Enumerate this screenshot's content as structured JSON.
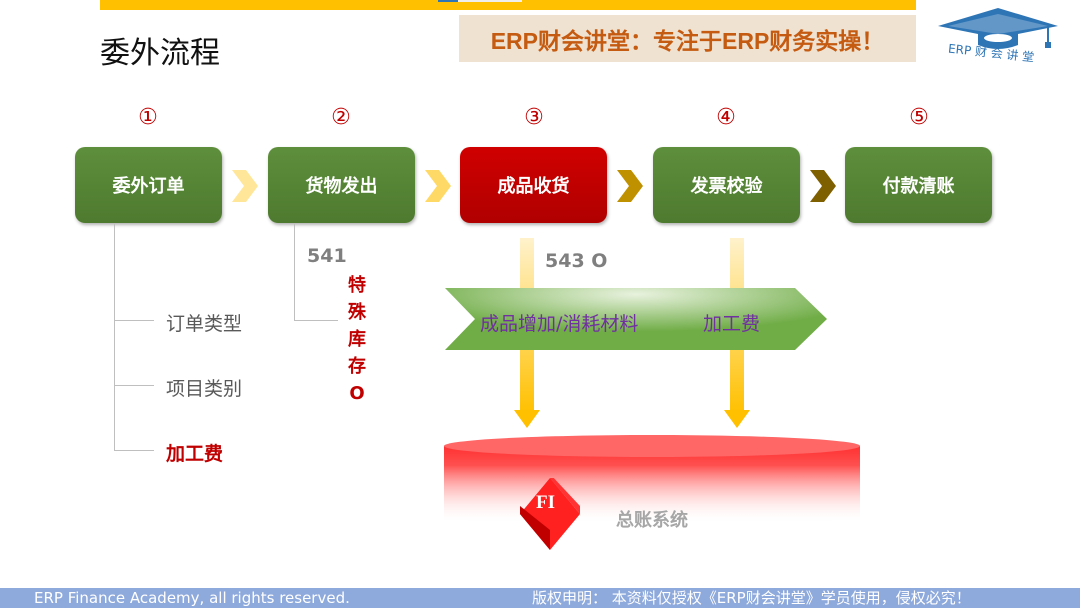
{
  "header": {
    "title": "委外流程",
    "banner": "ERP财会讲堂：专注于ERP财务实操！",
    "logo_text": "ERP 财 会 讲 堂"
  },
  "steps": [
    {
      "num": "①",
      "label": "委外订单"
    },
    {
      "num": "②",
      "label": "货物发出"
    },
    {
      "num": "③",
      "label": "成品收货"
    },
    {
      "num": "④",
      "label": "发票校验"
    },
    {
      "num": "⑤",
      "label": "付款清账"
    }
  ],
  "order_attrs": [
    "订单类型",
    "项目类别",
    "加工费"
  ],
  "goods_issue": {
    "movement": "541",
    "special_stock": [
      "特",
      "殊",
      "库",
      "存",
      "O"
    ]
  },
  "receipt": {
    "movement": "543 O",
    "flow_left": "成品增加/消耗材料",
    "flow_right": "加工费"
  },
  "gl": {
    "badge": "FI",
    "label": "总账系统"
  },
  "footer": {
    "left": "ERP Finance Academy, all rights reserved.",
    "right": "版权申明： 本资料仅授权《ERP财会讲堂》学员使用，侵权必究！"
  },
  "colors": {
    "green": "#548235",
    "red": "#C00000",
    "yellow": "#FFC000",
    "footer": "#8EA9DB"
  }
}
